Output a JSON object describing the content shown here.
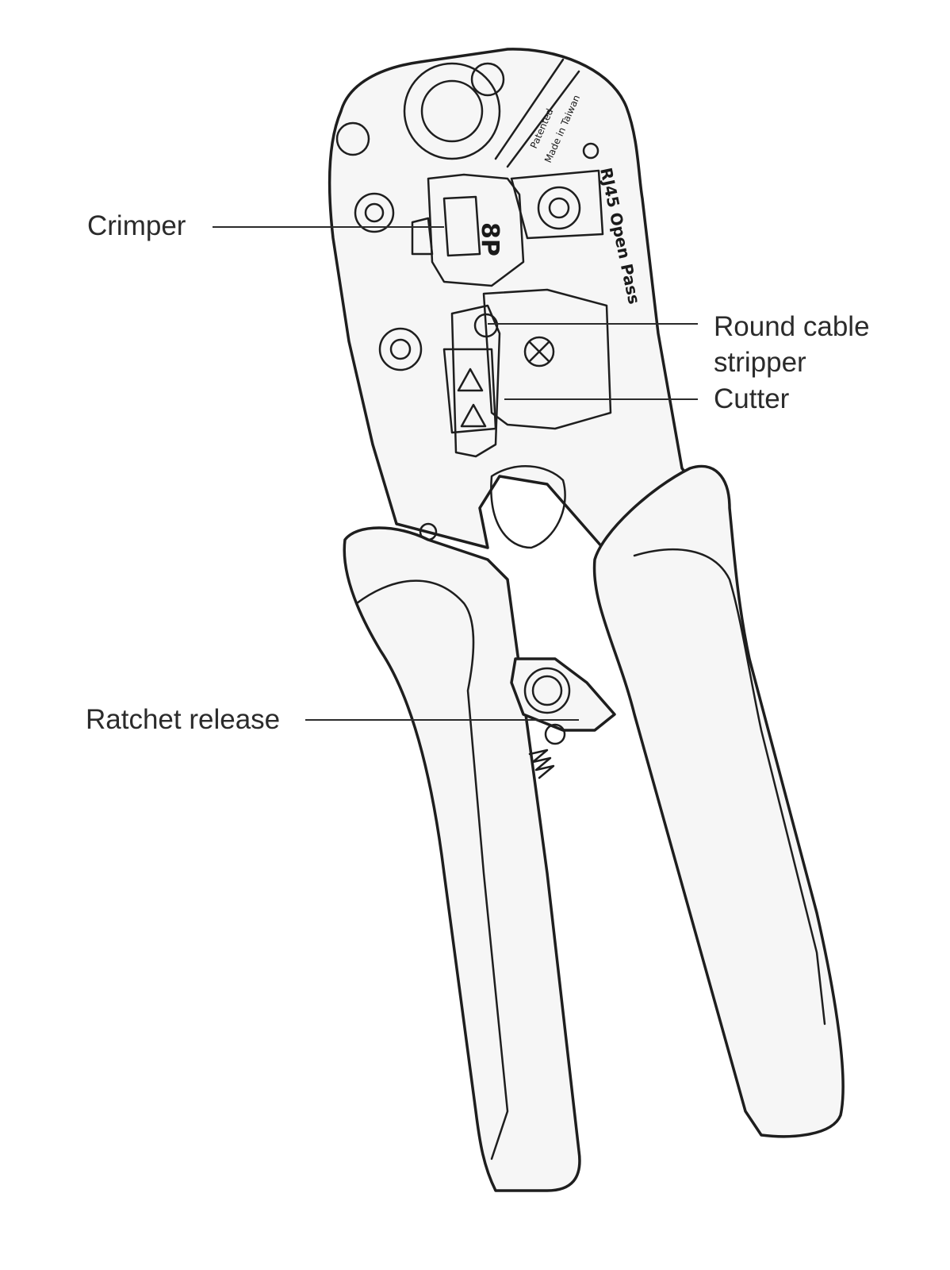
{
  "callouts": {
    "crimper": "Crimper",
    "round_cable_stripper_line1": "Round cable",
    "round_cable_stripper_line2": "stripper",
    "cutter": "Cutter",
    "ratchet_release": "Ratchet release"
  },
  "tool_markings": {
    "die_size": "8P",
    "model": "RJ45 Open Pass",
    "patent_line1": "Patented",
    "patent_line2": "Made in Taiwan"
  }
}
